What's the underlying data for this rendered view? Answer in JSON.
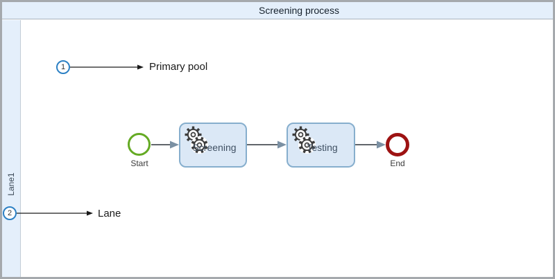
{
  "pool": {
    "title": "Screening process",
    "lane_label": "Lane1"
  },
  "annotations": [
    {
      "number": "1",
      "label": "Primary pool"
    },
    {
      "number": "2",
      "label": "Lane"
    }
  ],
  "process": {
    "start_label": "Start",
    "tasks": [
      {
        "label": "Screening",
        "type": "service-task"
      },
      {
        "label": "Testing",
        "type": "service-task"
      }
    ],
    "end_label": "End"
  },
  "colors": {
    "pool_header_fill": "#e4effb",
    "lane_fill": "#e4effb",
    "frame_border": "#a5a9ad",
    "task_fill": "#dbe8f6",
    "task_border": "#86aecd",
    "start_event_stroke": "#64aa23",
    "end_event_stroke": "#9d1212",
    "flow_line": "#4a4f54",
    "flow_arrowhead": "#7b90a3",
    "callout_stroke": "#2c80c4",
    "callout_line": "#1a1a1a"
  }
}
